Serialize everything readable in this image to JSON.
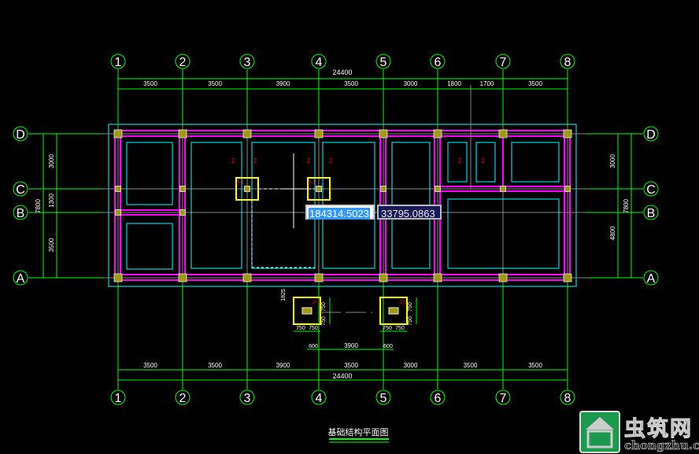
{
  "drawing": {
    "title": "基础结构平面图",
    "colors": {
      "grid": "#00ff00",
      "beam": "#ff00ff",
      "outline": "#00ffff",
      "column": "#a09a10",
      "footing": "#ffff00",
      "mark": "#ff0000",
      "text": "#ffffff"
    },
    "grid_columns": [
      "1",
      "2",
      "3",
      "4",
      "5",
      "6",
      "7",
      "8"
    ],
    "grid_rows": [
      "D",
      "C",
      "B",
      "A"
    ],
    "top_total": "24400",
    "top_spans": [
      "3500",
      "3500",
      "3900",
      "3500",
      "3000",
      "1800",
      "1700",
      "3500"
    ],
    "bottom_total": "24400",
    "bottom_spans": [
      "3500",
      "3500",
      "3900",
      "3500",
      "3000",
      "3500",
      "3500"
    ],
    "left_total": "7800",
    "left_spans": [
      "3000",
      "1300",
      "3500"
    ],
    "right_total": "7800",
    "right_spans": [
      "3000",
      "4800"
    ],
    "footing_detail": {
      "offset": "1825",
      "half_widths": [
        "750",
        "750"
      ],
      "half_heights": [
        "750",
        "750"
      ],
      "edge": "600",
      "spacing": "3900",
      "edge2": "600",
      "tag": "J-1"
    },
    "beam_tag": "2"
  },
  "coordinate_input": {
    "x_value": "184314.5023",
    "y_value": "33795.0863"
  },
  "watermark": {
    "name": "虫筑网",
    "site": "chongzhu.cn"
  }
}
